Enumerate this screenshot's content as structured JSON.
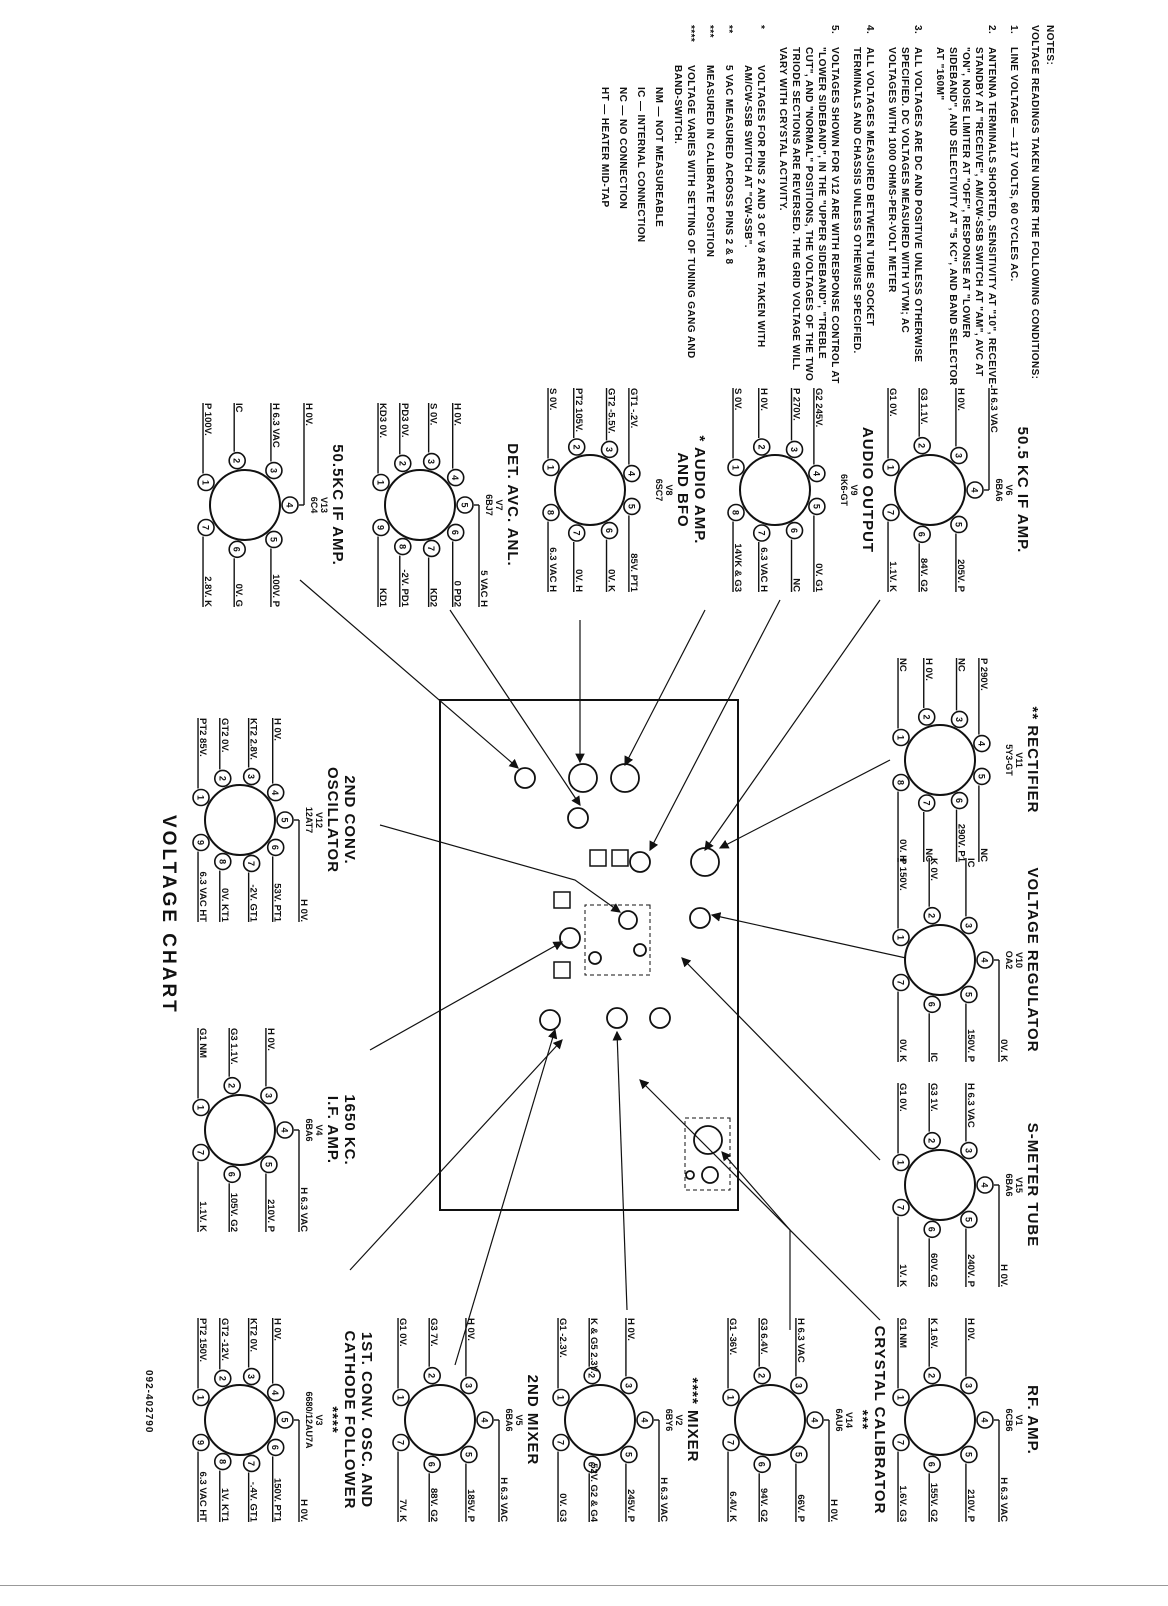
{
  "notes": {
    "heading": "NOTES:",
    "intro": "VOLTAGE READINGS TAKEN UNDER THE FOLLOWING CONDITIONS:",
    "items": [
      {
        "num": "1.",
        "text": "LINE VOLTAGE — 117 VOLTS, 60 CYCLES AC."
      },
      {
        "num": "2.",
        "text": "ANTENNA TERMINALS SHORTED, SENSITIVITY AT \"10\", RECEIVE-STANDBY AT \"RECEIVE\", AM/CW-SSB SWITCH AT \"AM\", AVC AT \"ON\", NOISE LIMITER AT \"OFF\", RESPONSE AT \"LOWER SIDEBAND\", AND SELECTIVITY AT \"5 KC\", AND BAND SELECTOR AT \"160M\""
      },
      {
        "num": "3.",
        "text": "ALL VOLTAGES ARE DC AND POSITIVE UNLESS OTHERWISE SPECIFIED. DC VOLTAGES MEASURED WITH VTVM; AC VOLTAGES WITH 1000 OHMS-PER-VOLT METER"
      },
      {
        "num": "4.",
        "text": "ALL VOLTAGES MEASURED BETWEEN TUBE SOCKET TERMINALS AND CHASSIS UNLESS OTHEWISE SPECIFIED."
      },
      {
        "num": "5.",
        "text": "VOLTAGES SHOWN FOR V12 ARE WITH RESPONSE CONTROL AT \"LOWER SIDEBAND\", IN THE \"UPPER SIDEBAND\", \"TREBLE CUT\", AND \"NORMAL\" POSITIONS, THE VOLTAGES OF THE TWO TRIODE SECTIONS ARE REVERSED. THE GRID VOLTAGE WILL VARY WITH CRYSTAL ACTIVITY."
      }
    ],
    "footnotes": [
      {
        "mark": "*",
        "text": "VOLTAGES FOR PINS 2 AND 3 OF V8 ARE TAKEN WITH AM/CW-SSB SWITCH AT \"CW-SSB\"."
      },
      {
        "mark": "**",
        "text": "5 VAC MEASURED ACROSS PINS 2 & 8"
      },
      {
        "mark": "***",
        "text": "MEASURED IN CALIBRATE POSITION"
      },
      {
        "mark": "****",
        "text": "VOLTAGE VARIES WITH SETTING OF TUNING GANG AND BAND-SWITCH."
      }
    ],
    "abbreviations": [
      "NM — NOT MEASUREABLE",
      "IC — INTERNAL CONNECTION",
      "NC — NO CONNECTION",
      "HT — HEATER MID-TAP"
    ]
  },
  "chart_title": "VOLTAGE CHART",
  "drawing_number": "092-402790",
  "tubes": [
    {
      "id": "V6",
      "title": [
        "50.5 KC IF AMP."
      ],
      "type": "6BA6",
      "pins": [
        "G1 0V.",
        "G3 1.1V.",
        "H 0V.",
        "H 6.3 VAC",
        "205V. P",
        "84V. G2",
        "1.1V. K"
      ]
    },
    {
      "id": "V9",
      "title": [
        "AUDIO OUTPUT"
      ],
      "type": "6K6-GT",
      "pins": [
        "S 0V.",
        "H 0V.",
        "P 270V.",
        "G2 245V.",
        "0V. G1",
        "NC",
        "6.3 VAC H",
        "14VK & G3"
      ]
    },
    {
      "id": "V8",
      "title": [
        "* AUDIO AMP.",
        "AND BFO"
      ],
      "type": "6SC7",
      "pins": [
        "S 0V.",
        "PT2 105V.",
        "GT2 -5.5V.",
        "GT1 -.2V.",
        "85V. PT1",
        "0V. K",
        "0V. H",
        "6.3 VAC H"
      ]
    },
    {
      "id": "V7",
      "title": [
        "DET. AVC. ANL."
      ],
      "type": "6BJ7",
      "pins": [
        "KD3 0V.",
        "PD3 0V.",
        "S 0V.",
        "H 0V.",
        "5 VAC H",
        "0 PD2",
        "KD2",
        "-2V. PD1",
        "KD1"
      ]
    },
    {
      "id": "V13",
      "title": [
        "50.5KC IF AMP."
      ],
      "type": "6C4",
      "pins": [
        "P 100V.",
        "IC",
        "H 6.3 VAC",
        "H 0V.",
        "100V. P",
        "0V. G",
        "2.8V. K"
      ]
    },
    {
      "id": "V11",
      "title": [
        "** RECTIFIER"
      ],
      "type": "5Y3-GT",
      "pins": [
        "NC",
        "H 0V.",
        "NC",
        "P 290V.",
        "NC",
        "290V. P1",
        "NC",
        "0V. H"
      ]
    },
    {
      "id": "V10",
      "title": [
        "VOLTAGE REGULATOR"
      ],
      "type": "OA2",
      "pins": [
        "P 150V.",
        "K 0V.",
        "IC",
        "0V. K",
        "150V. P",
        "IC",
        "0V. K"
      ]
    },
    {
      "id": "V15",
      "title": [
        "S-METER TUBE"
      ],
      "type": "6BA6",
      "pins": [
        "G1 0V.",
        "G3 1V.",
        "H 6.3 VAC",
        "H 0V.",
        "240V. P",
        "60V. G2",
        "1V. K"
      ]
    },
    {
      "id": "V1",
      "title": [
        "RF. AMP."
      ],
      "type": "6CB6",
      "pins": [
        "G1 NM",
        "K 1.6V.",
        "H 0V.",
        "H 6.3 VAC",
        "210V. P",
        "155V. G2",
        "1.6V. G3"
      ]
    },
    {
      "id": "V14",
      "title": [
        "CRYSTAL CALIBRATOR",
        "***"
      ],
      "type": "6AU6",
      "pins": [
        "G1 -36V.",
        "G3 6.4V.",
        "H 6.3 VAC",
        "H 0V.",
        "66V. P",
        "94V. G2",
        "6.4V. K"
      ]
    },
    {
      "id": "V2",
      "title": [
        "**** MIXER"
      ],
      "type": "6BY6",
      "pins": [
        "G1 -2.3V.",
        "K & G5 2.3V.",
        "H 0V.",
        "H 6.3 VAC",
        "245V. P",
        "52V. G2 & G4",
        "0V. G3"
      ]
    },
    {
      "id": "V5",
      "title": [
        "2ND MIXER"
      ],
      "type": "6BA6",
      "pins": [
        "G1 0V.",
        "G3 7V.",
        "H 0V.",
        "H 6.3 VAC",
        "185V. P",
        "88V. G2",
        "7V. K"
      ]
    },
    {
      "id": "V3",
      "title": [
        "1ST. CONV. OSC. AND",
        "CATHODE FOLLOWER",
        "****"
      ],
      "type": "6680/12AU7A",
      "pins": [
        "PT2 150V.",
        "GT2 -12V.",
        "KT2 0V.",
        "H 0V.",
        "H 0V.",
        "150V. PT1",
        "-.4V. GT1",
        "1V. KT1",
        "6.3 VAC HT"
      ]
    },
    {
      "id": "V4",
      "title": [
        "1650 KC.",
        "I.F. AMP."
      ],
      "type": "6BA6",
      "pins": [
        "G1 NM",
        "G3 1.1V.",
        "H 0V.",
        "H 6.3 VAC",
        "210V. P",
        "105V. G2",
        "1.1V. K"
      ]
    },
    {
      "id": "V12",
      "title": [
        "2ND CONV.",
        "OSCILLATOR"
      ],
      "type": "12AT7",
      "pins": [
        "PT2 85V.",
        "GT2 0V.",
        "KT2 2.8V.",
        "H 0V.",
        "H 0V.",
        "53V. PT1",
        "-2V. GT1",
        "0V. KT1",
        "6.3 VAC HT"
      ]
    }
  ]
}
